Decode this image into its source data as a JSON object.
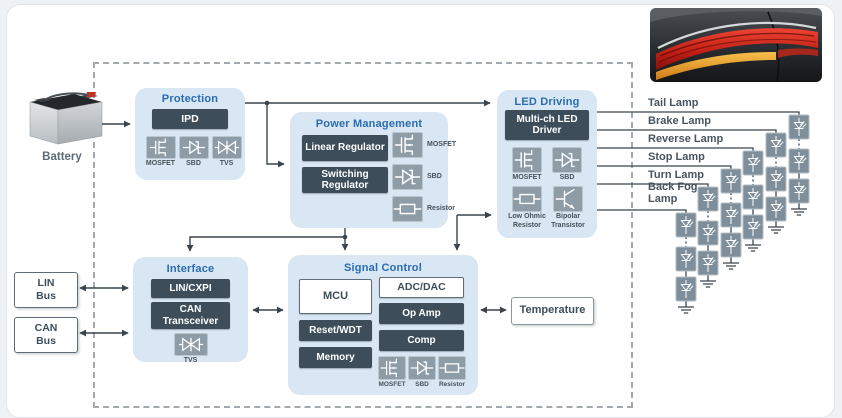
{
  "battery": {
    "label": "Battery"
  },
  "buses": {
    "lin": {
      "line1": "LIN",
      "line2": "Bus"
    },
    "can": {
      "line1": "CAN",
      "line2": "Bus"
    }
  },
  "temperature": {
    "label": "Temperature"
  },
  "blocks": {
    "protection": {
      "title": "Protection",
      "chip": "IPD",
      "components": [
        {
          "icon": "mosfet",
          "label": "MOSFET"
        },
        {
          "icon": "sbd",
          "label": "SBD"
        },
        {
          "icon": "tvs",
          "label": "TVS"
        }
      ]
    },
    "power_management": {
      "title": "Power Management",
      "chip1": "Linear Regulator",
      "chip2": "Switching Regulator",
      "components": [
        {
          "icon": "mosfet",
          "label": "MOSFET"
        },
        {
          "icon": "sbd",
          "label": "SBD"
        },
        {
          "icon": "resistor",
          "label": "Resistor"
        }
      ]
    },
    "led_driving": {
      "title": "LED Driving",
      "chip": "Multi-ch LED Driver",
      "components": [
        {
          "icon": "mosfet",
          "label": "MOSFET"
        },
        {
          "icon": "sbd",
          "label": "SBD"
        },
        {
          "icon": "low_ohmic",
          "label": "Low Ohmic Resistor"
        },
        {
          "icon": "bjt",
          "label": "Bipolar Transistor"
        }
      ]
    },
    "interface": {
      "title": "Interface",
      "chip1": "LIN/CXPI",
      "chip2": "CAN Transceiver",
      "components": [
        {
          "icon": "tvs",
          "label": "TVS"
        }
      ]
    },
    "signal_control": {
      "title": "Signal Control",
      "mcu": "MCU",
      "reset": "Reset/WDT",
      "memory": "Memory",
      "adc": "ADC/DAC",
      "opamp": "Op Amp",
      "comp": "Comp",
      "components": [
        {
          "icon": "mosfet",
          "label": "MOSFET"
        },
        {
          "icon": "sbd",
          "label": "SBD"
        },
        {
          "icon": "resistor",
          "label": "Resistor"
        }
      ]
    }
  },
  "lamps": [
    {
      "label": "Tail Lamp"
    },
    {
      "label": "Brake Lamp"
    },
    {
      "label": "Reverse Lamp"
    },
    {
      "label": "Stop Lamp"
    },
    {
      "label": "Turn Lamp"
    },
    {
      "label": "Back Fog Lamp"
    }
  ],
  "colors": {
    "block_bg": "#d9e6f3",
    "chip_bg": "#3d4e5a",
    "title_blue": "#2a6db0",
    "wire": "#3a454d",
    "icon_box_bg": "#8d9ca7",
    "led_box_bg": "#7e8f9b"
  }
}
